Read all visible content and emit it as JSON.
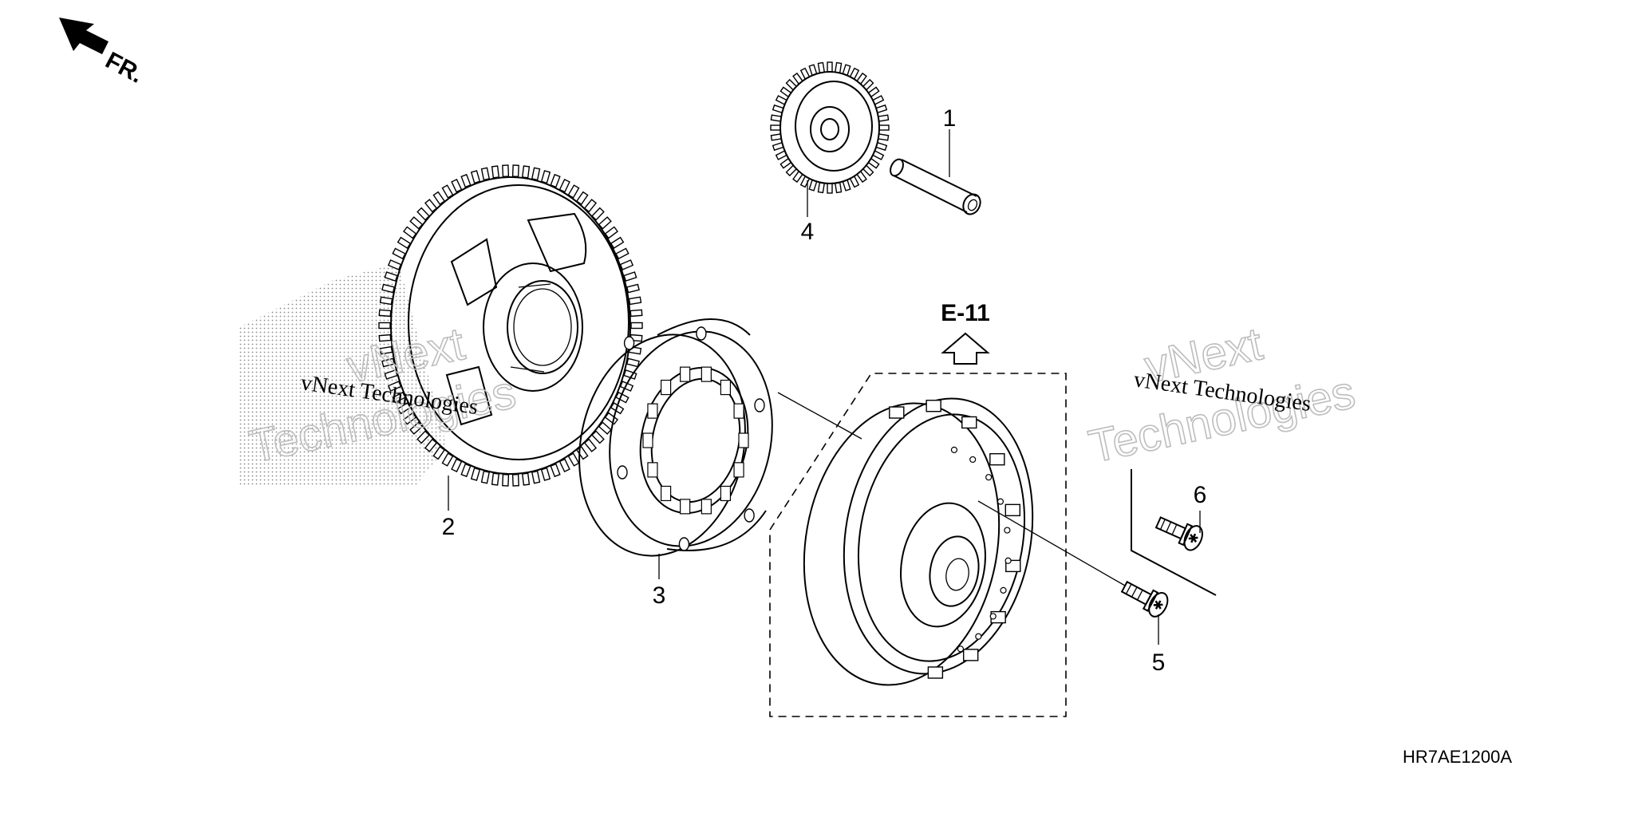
{
  "diagram": {
    "direction_label": "FR.",
    "reference_label": "E-11",
    "drawing_code": "HR7AE1200A",
    "callouts": {
      "c1": "1",
      "c2": "2",
      "c3": "3",
      "c4": "4",
      "c5": "5",
      "c6": "6"
    },
    "watermarks": {
      "left_serif": "vNext Technologies",
      "left_outline_top": "vNext",
      "left_outline_bottom": "Technologies",
      "right_serif": "vNext Technologies",
      "right_outline_top": "vNext",
      "right_outline_bottom": "Technologies"
    }
  }
}
